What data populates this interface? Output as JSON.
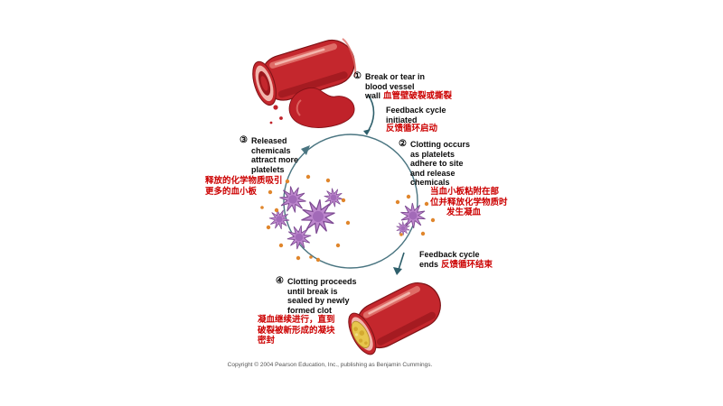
{
  "colors": {
    "vessel_red": "#c4272d",
    "blood_red": "#c0222a",
    "platelet_purple": "#bd87cd",
    "chemical_orange": "#e0862c",
    "cycle_teal": "#4a7581",
    "chinese_red": "#cc0000",
    "clot_yellow": "#e7c64e"
  },
  "steps": [
    {
      "num": "①",
      "lines": [
        "Break or tear in",
        "blood vessel",
        "wall"
      ],
      "zh": "血管壁破裂或撕裂"
    },
    {
      "num": "②",
      "lines": [
        "Clotting occurs",
        "as platelets",
        "adhere to site",
        "and release",
        "chemicals"
      ],
      "zh_lines": [
        "当血小板粘附在部",
        "位并释放化学物质时",
        "发生凝血"
      ]
    },
    {
      "num": "③",
      "lines": [
        "Released",
        "chemicals",
        "attract more",
        "platelets"
      ],
      "zh_lines": [
        "释放的化学物质吸引",
        "更多的血小板"
      ]
    },
    {
      "num": "④",
      "lines": [
        "Clotting proceeds",
        "until break is",
        "sealed by newly",
        "formed clot"
      ],
      "zh_lines": [
        "凝血继续进行，直到",
        "破裂被新形成的凝块",
        "密封"
      ]
    }
  ],
  "feedback_initiated": {
    "line1": "Feedback cycle",
    "line2": "initiated",
    "zh": "反馈循环启动"
  },
  "feedback_ends": {
    "line1": "Feedback cycle",
    "line2": "ends",
    "zh": "反馈循环结束"
  },
  "copyright": "Copyright © 2004 Pearson Education, Inc., publishing as Benjamin Cummings."
}
